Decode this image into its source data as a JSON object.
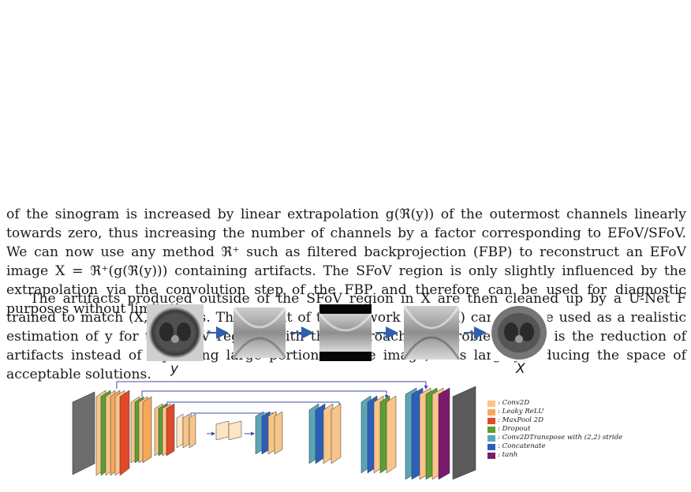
{
  "paragraph1": "of the sinogram is increased by linear extrapolation g(ℜ(y)) of the outermost channels linearly towards zero, thus increasing the number of channels by a factor corresponding to EFoV/SFoV. We can now use any method ℜ⁺ such as filtered backprojection (FBP) to reconstruct an EFoV image X = ℜ⁺(g(ℜ(y))) containing artifacts. The SFoV region is only slightly influenced by the extrapolation via the convolution step of the FBP and therefore can be used for diagnostic purposes without limitation.",
  "paragraph2": "The artifacts produced outside of the SFoV region in X are then cleaned up by a U-Net F trained to match (X, y) pairs. The output of the network ŷ = F(X) can then be used as a realistic estimation of y for the EFoV region. With this approach, the problem faced is the reduction of artifacts instead of inpainting large portions of the image, thus largely reducing the space of acceptable solutions.",
  "figure": {
    "label_y": "y",
    "label_x": "X",
    "legend": [
      {
        "label": ": Conv2D",
        "color": "#f8c48a"
      },
      {
        "label": ": Leaky ReLU",
        "color": "#f7a85a"
      },
      {
        "label": ": MaxPool 2D",
        "color": "#e0492a"
      },
      {
        "label": ": Dropout",
        "color": "#5c9e34"
      },
      {
        "label": ": Conv2DTranspose with (2,2) stride",
        "color": "#5aa6b8"
      },
      {
        "label": ": Concatenate",
        "color": "#2e5fb8"
      },
      {
        "label": ": tanh",
        "color": "#7b1a6e"
      }
    ]
  }
}
